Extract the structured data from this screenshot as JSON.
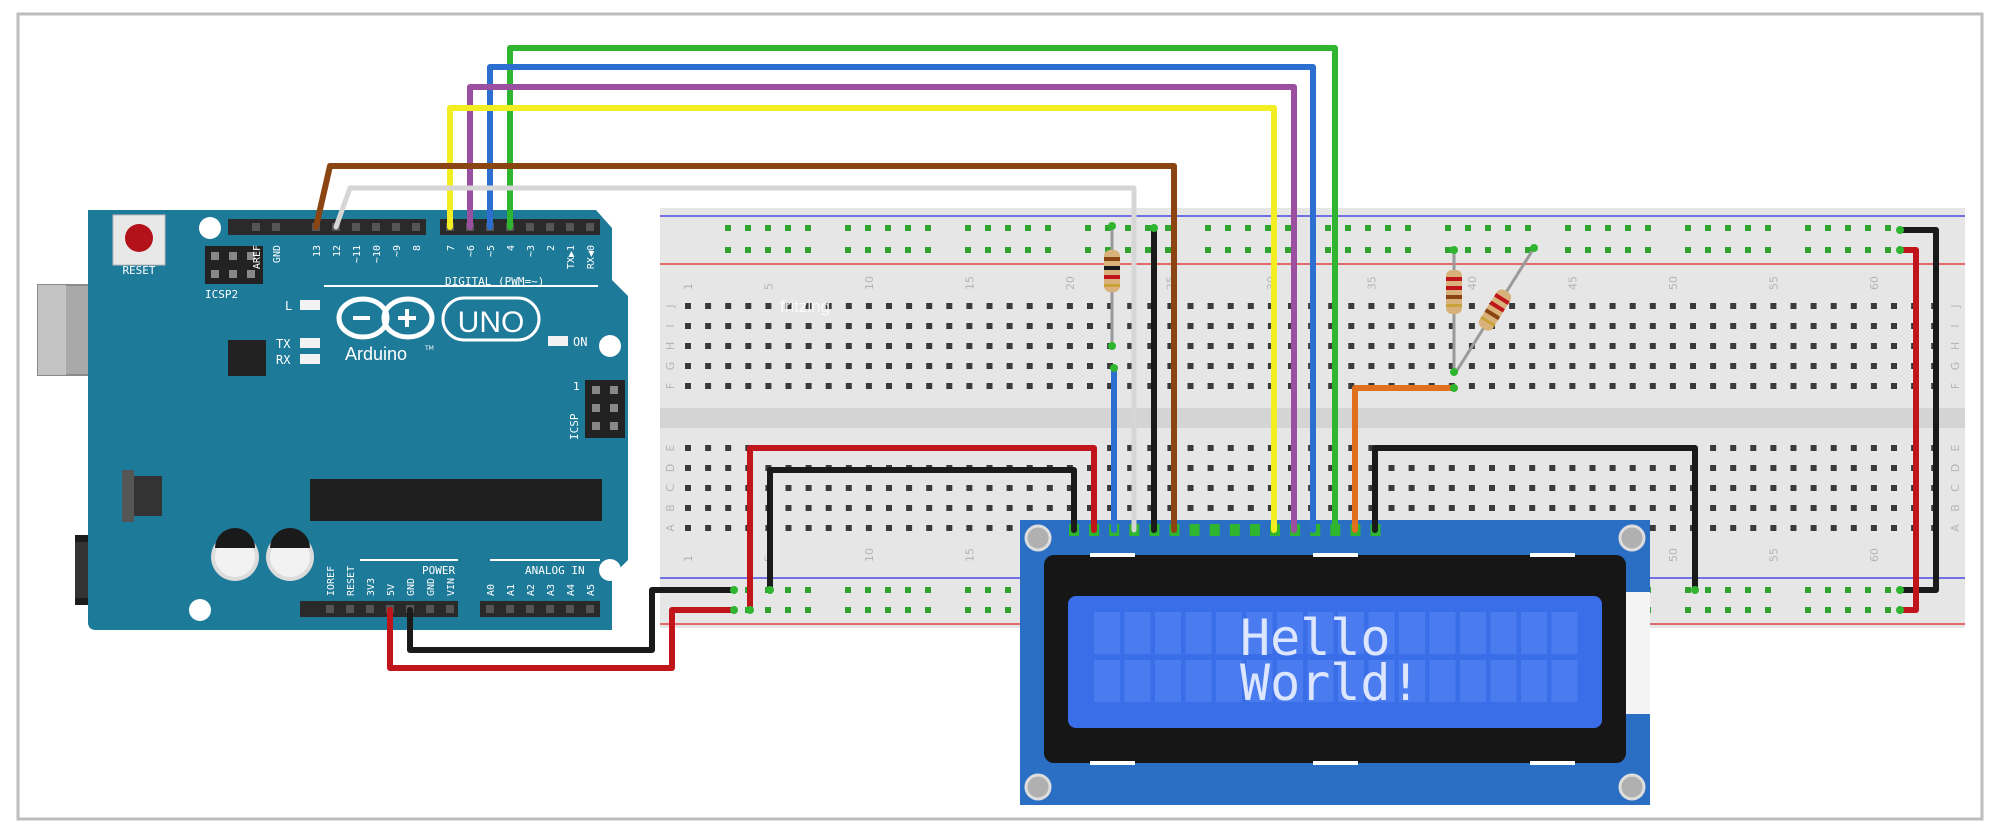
{
  "arduino": {
    "reset_label": "RESET",
    "icsp2_label": "ICSP2",
    "icsp_label": "ICSP",
    "icsp_pin1": "1",
    "led_l": "L",
    "led_tx": "TX",
    "led_rx": "RX",
    "led_on": "ON",
    "brand": "Arduino",
    "tm": "TM",
    "model": "UNO",
    "digital_label": "DIGITAL (PWM=~)",
    "power_label": "POWER",
    "analog_label": "ANALOG IN",
    "top_pins": [
      "AREF",
      "GND",
      "13",
      "12",
      "~11",
      "~10",
      "~9",
      "8",
      "7",
      "~6",
      "~5",
      "4",
      "~3",
      "2",
      "TX▶1",
      "RX◀0"
    ],
    "power_pins": [
      "IOREF",
      "RESET",
      "3V3",
      "5V",
      "GND",
      "GND",
      "VIN"
    ],
    "analog_pins": [
      "A0",
      "A1",
      "A2",
      "A3",
      "A4",
      "A5"
    ]
  },
  "breadboard": {
    "row_letters_top": [
      "J",
      "I",
      "H",
      "G",
      "F"
    ],
    "row_letters_bottom": [
      "E",
      "D",
      "C",
      "B",
      "A"
    ],
    "column_numbers": [
      "1",
      "5",
      "10",
      "15",
      "20",
      "25",
      "30",
      "35",
      "40",
      "45",
      "50",
      "55",
      "60"
    ],
    "watermark": "fritzing"
  },
  "lcd": {
    "line1": "Hello",
    "line2": "World!"
  },
  "colors": {
    "arduino": "#1d7a99",
    "lcd_board": "#2a6fc4",
    "lcd_screen": "#3a6ee8",
    "wire_red": "#c0151b",
    "wire_black": "#1a1a1a",
    "wire_green": "#2fb52f",
    "wire_blue": "#2d6fd1",
    "wire_purple": "#9a4fa0",
    "wire_yellow": "#f2ee22",
    "wire_brown": "#8b4513",
    "wire_white": "#e0e0e0",
    "wire_orange": "#e0701c"
  }
}
